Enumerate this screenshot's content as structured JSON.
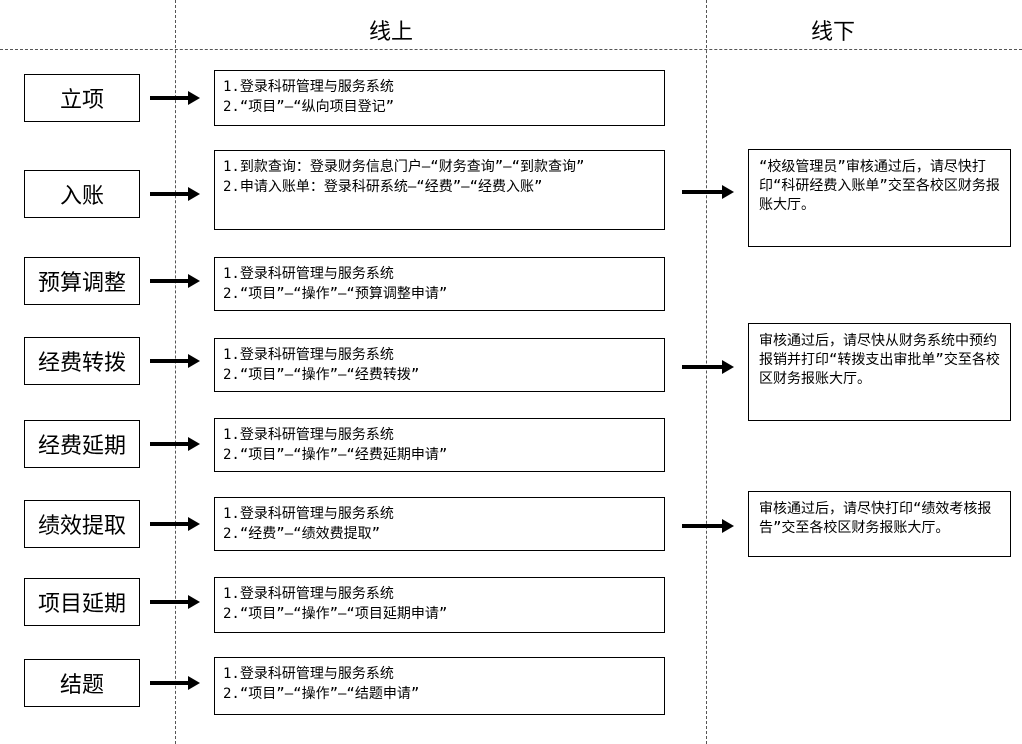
{
  "headers": {
    "online": "线上",
    "offline": "线下"
  },
  "steps": [
    {
      "name": "立项",
      "online": [
        "1.登录科研管理与服务系统",
        "2.“项目”—“纵向项目登记”"
      ],
      "offline": []
    },
    {
      "name": "入账",
      "online": [
        "1.到款查询：登录财务信息门户—“财务查询”—“到款查询”",
        "2.申请入账单：登录科研系统—“经费”—“经费入账”"
      ],
      "offline": [
        "“校级管理员”审核通过后，请尽快打印“科研经费入账单”交至各校区财务报账大厅。"
      ]
    },
    {
      "name": "预算调整",
      "online": [
        "1.登录科研管理与服务系统",
        "2.“项目”—“操作”—“预算调整申请”"
      ],
      "offline": []
    },
    {
      "name": "经费转拨",
      "online": [
        "1.登录科研管理与服务系统",
        "2.“项目”—“操作”—“经费转拨”"
      ],
      "offline": [
        "审核通过后，请尽快从财务系统中预约报销并打印“转拨支出审批单”交至各校区财务报账大厅。"
      ]
    },
    {
      "name": "经费延期",
      "online": [
        "1.登录科研管理与服务系统",
        "2.“项目”—“操作”—“经费延期申请”"
      ],
      "offline": []
    },
    {
      "name": "绩效提取",
      "online": [
        "1.登录科研管理与服务系统",
        "2.“经费”—“绩效费提取”"
      ],
      "offline": [
        "审核通过后，请尽快打印“绩效考核报告”交至各校区财务报账大厅。"
      ]
    },
    {
      "name": "项目延期",
      "online": [
        "1.登录科研管理与服务系统",
        "2.“项目”—“操作”—“项目延期申请”"
      ],
      "offline": []
    },
    {
      "name": "结题",
      "online": [
        "1.登录科研管理与服务系统",
        "2.“项目”—“操作”—“结题申请”"
      ],
      "offline": []
    }
  ]
}
